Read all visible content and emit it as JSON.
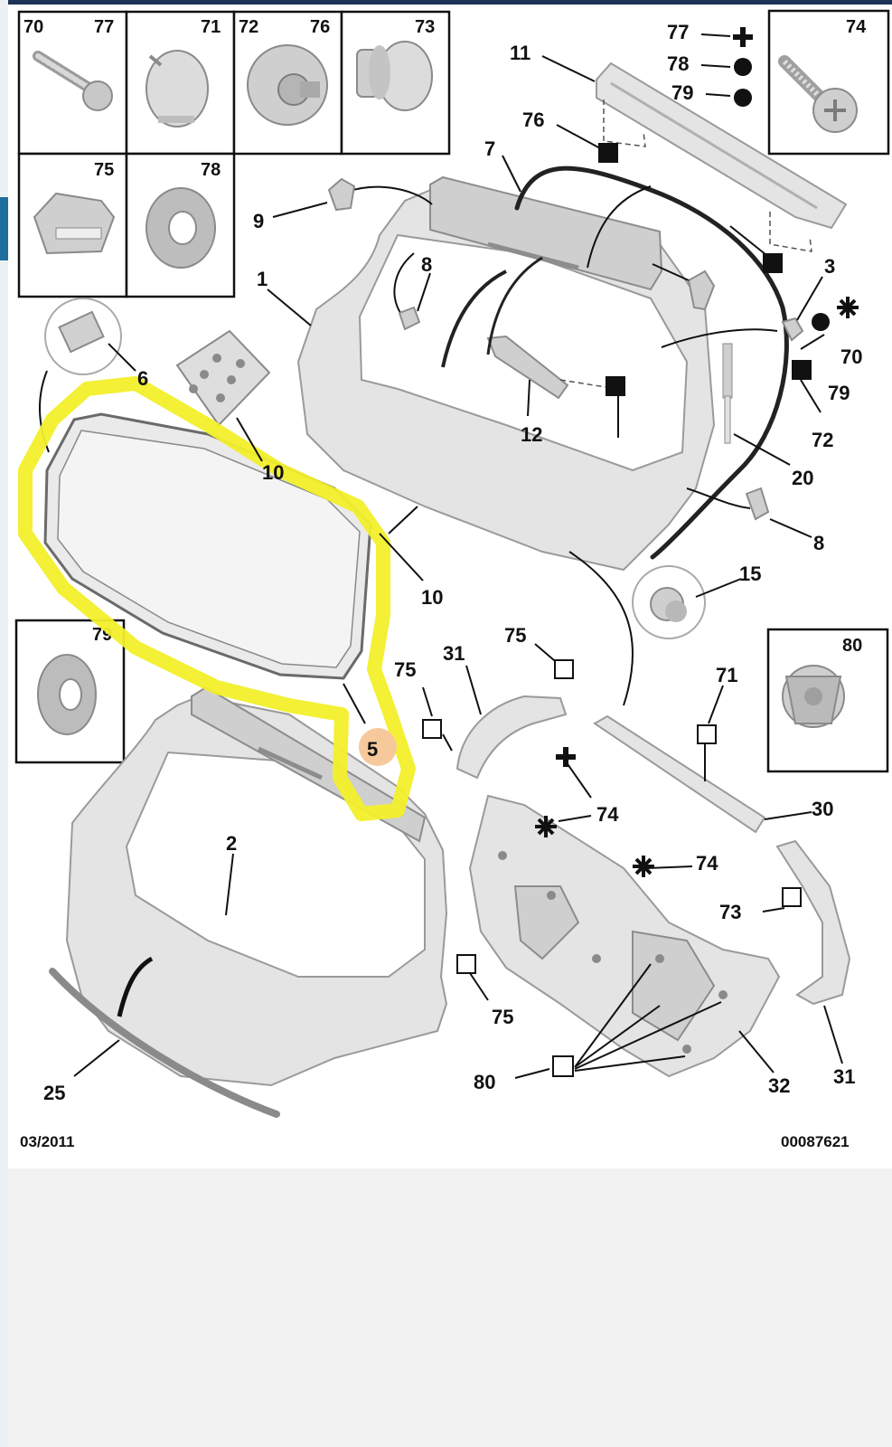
{
  "diagram": {
    "date_code": "03/2011",
    "ref_number": "00087621",
    "highlighted_part": "5",
    "highlight_color": "#f2ef2a",
    "badge_color": "#f6c99c",
    "inset_boxes": [
      {
        "labels": [
          "70",
          "77"
        ]
      },
      {
        "labels": [
          "71"
        ]
      },
      {
        "labels": [
          "72",
          "76"
        ]
      },
      {
        "labels": [
          "73"
        ]
      },
      {
        "labels": [
          "75"
        ]
      },
      {
        "labels": [
          "78"
        ]
      },
      {
        "labels": [
          "74"
        ]
      },
      {
        "labels": [
          "79"
        ]
      },
      {
        "labels": [
          "80"
        ]
      }
    ],
    "callouts": [
      "11",
      "7",
      "76",
      "9",
      "1",
      "8",
      "3",
      "70",
      "79",
      "72",
      "12",
      "20",
      "8",
      "6",
      "10",
      "10",
      "15",
      "5",
      "75",
      "31",
      "75",
      "71",
      "30",
      "74",
      "74",
      "73",
      "2",
      "75",
      "80",
      "32",
      "31",
      "25"
    ],
    "legend_top_right": [
      {
        "num": "77",
        "symbol": "plus"
      },
      {
        "num": "78",
        "symbol": "circle"
      },
      {
        "num": "79",
        "symbol": "circle"
      }
    ]
  }
}
